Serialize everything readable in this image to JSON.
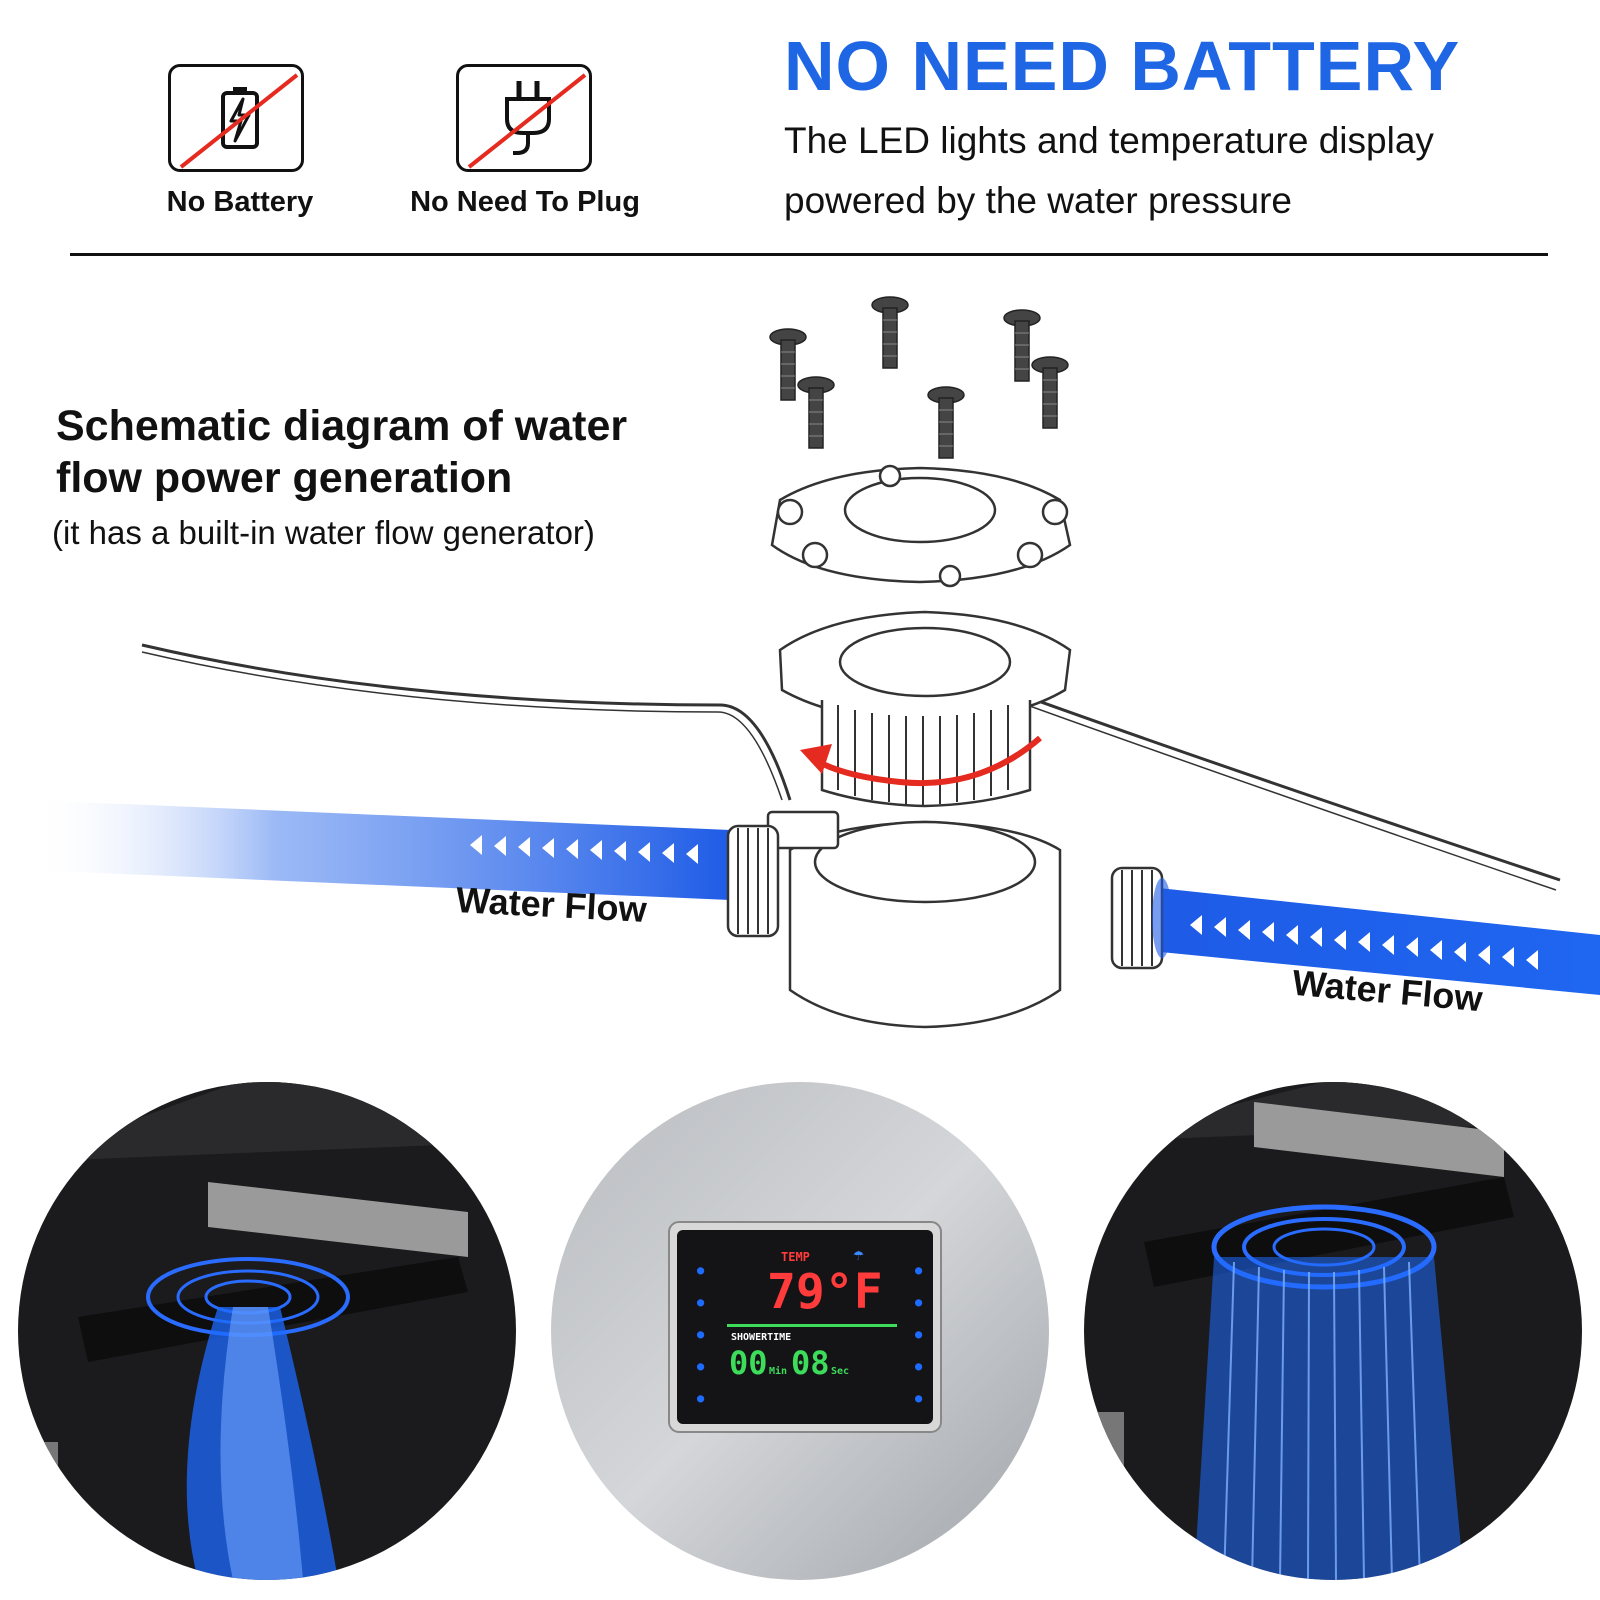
{
  "features": [
    {
      "label": "No Battery",
      "icon": "battery-icon"
    },
    {
      "label": "No Need To Plug",
      "icon": "plug-icon"
    }
  ],
  "headline": "NO NEED BATTERY",
  "subline": [
    "The LED lights and temperature display",
    "powered by the water pressure"
  ],
  "schematic": {
    "title_lines": [
      "Schematic diagram of water",
      "flow power generation"
    ],
    "subtitle": "(it has a built-in water flow generator)"
  },
  "flow_labels": [
    "Water Flow",
    "Water Flow"
  ],
  "display": {
    "temp_label": "TEMP",
    "temperature": "79°F",
    "timer_label": "SHOWERTIME",
    "minutes": "00",
    "min_unit": "Min",
    "seconds": "08",
    "sec_unit": "Sec"
  },
  "colors": {
    "accent": "#1f66e5",
    "water": "#1e5be6",
    "arrow": "#e52a20",
    "temp_red": "#ff3b3b",
    "timer_green": "#3ddc5a",
    "led_blue": "#1e6bff"
  }
}
